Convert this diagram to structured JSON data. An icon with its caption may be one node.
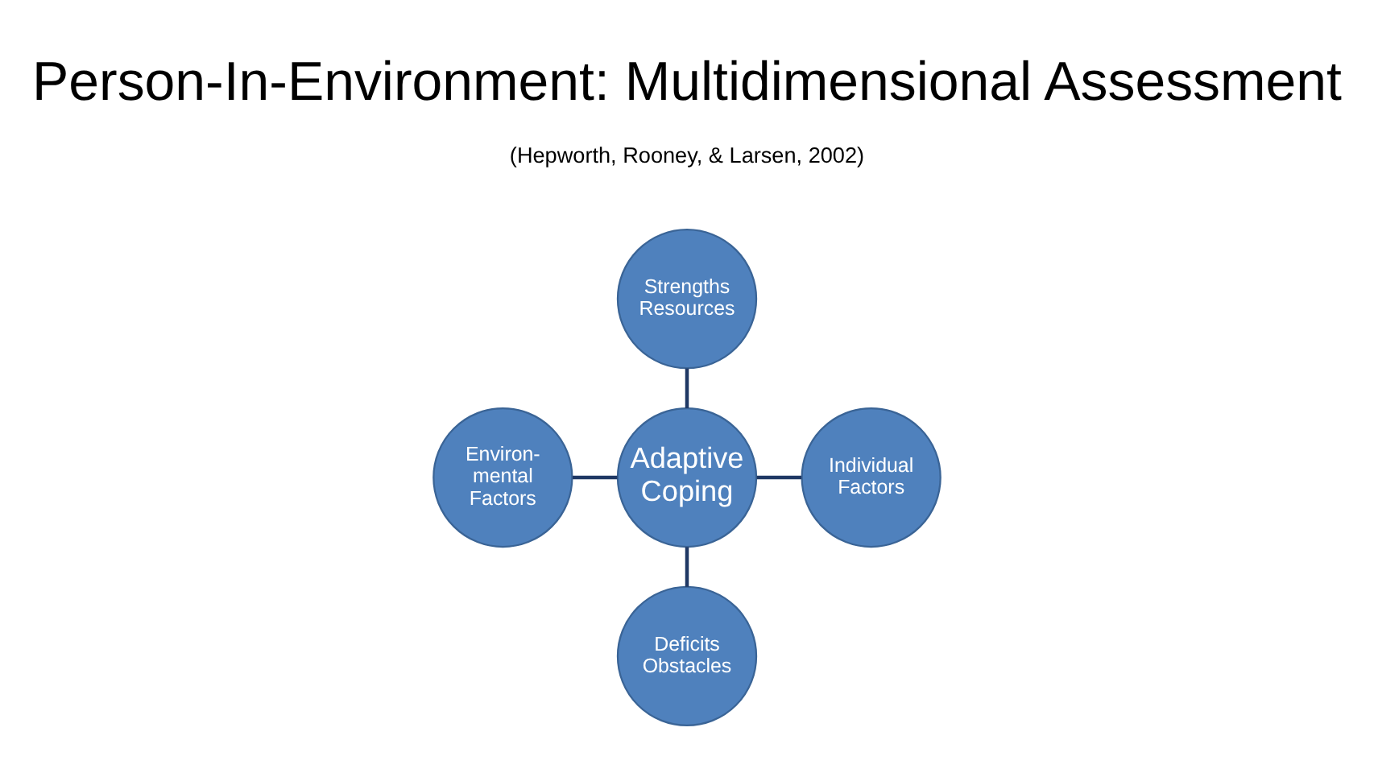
{
  "diagram": {
    "title": "Person-In-Environment: Multidimensional Assessment",
    "nodes": [
      {
        "text": [
          "Strengths Resources"
        ]
      },
      {
        "text": [
          "Environ- mental Factors"
        ]
      },
      {
        "text": [
          "Adaptive Coping"
        ]
      },
      {
        "text": [
          "Individual Factors"
        ]
      },
      {
        "text": [
          "Deficits Obstacles"
        ]
      }
    ],
    "edges": [
      {
        "from": 0,
        "to": 2,
        "arrow": "none"
      },
      {
        "from": 1,
        "to": 2,
        "arrow": "none"
      },
      {
        "from": 2,
        "to": 3,
        "arrow": "none"
      },
      {
        "from": 2,
        "to": 4,
        "arrow": "none"
      }
    ],
    "labels": [
      "(Hepworth, Rooney, & Larsen, 2002)"
    ]
  }
}
